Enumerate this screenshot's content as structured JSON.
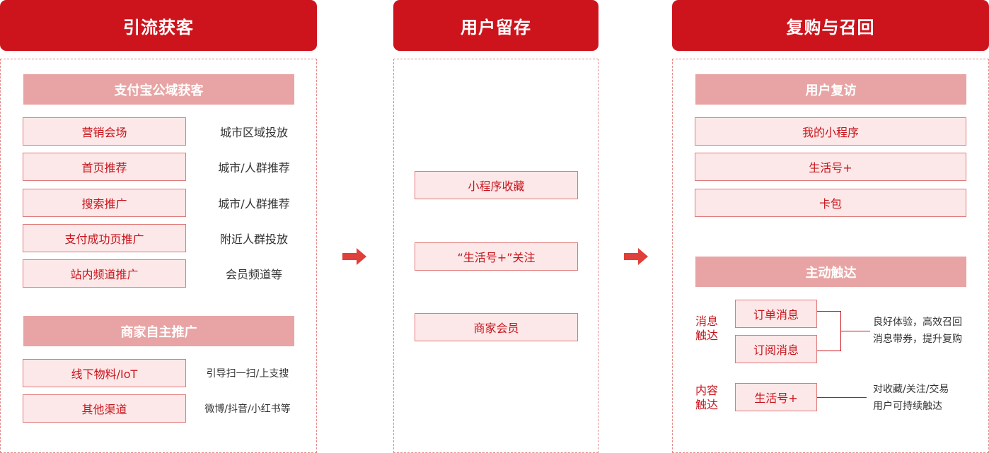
{
  "columns": [
    {
      "title": "引流获客",
      "sections": [
        {
          "title": "支付宝公域获客",
          "rows": [
            {
              "item": "营销会场",
              "desc": "城市区域投放"
            },
            {
              "item": "首页推荐",
              "desc": "城市/人群推荐"
            },
            {
              "item": "搜索推广",
              "desc": "城市/人群推荐"
            },
            {
              "item": "支付成功页推广",
              "desc": "附近人群投放"
            },
            {
              "item": "站内频道推广",
              "desc": "会员频道等"
            }
          ]
        },
        {
          "title": "商家自主推广",
          "rows": [
            {
              "item": "线下物料/IoT",
              "desc": "引导扫一扫/上支搜"
            },
            {
              "item": "其他渠道",
              "desc": "微博/抖音/小红书等"
            }
          ]
        }
      ]
    },
    {
      "title": "用户留存",
      "items": [
        "小程序收藏",
        "“生活号+”关注",
        "商家会员"
      ]
    },
    {
      "title": "复购与召回",
      "sections": [
        {
          "title": "用户复访",
          "items": [
            "我的小程序",
            "生活号+",
            "卡包"
          ]
        },
        {
          "title": "主动触达",
          "groups": [
            {
              "label_line1": "消息",
              "label_line2": "触达",
              "items": [
                "订单消息",
                "订阅消息"
              ],
              "note_line1": "良好体验，高效召回",
              "note_line2": "消息带券，提升复购"
            },
            {
              "label_line1": "内容",
              "label_line2": "触达",
              "items": [
                "生活号+"
              ],
              "note_line1": "对收藏/关注/交易",
              "note_line2": "用户可持续触达"
            }
          ]
        }
      ]
    }
  ],
  "arrows": [
    "arrow-right-icon",
    "arrow-right-icon"
  ],
  "colors": {
    "primary": "#cd141d",
    "section": "#e8a4a4",
    "item_bg": "#fce8e8",
    "item_border": "#e07a7a"
  }
}
